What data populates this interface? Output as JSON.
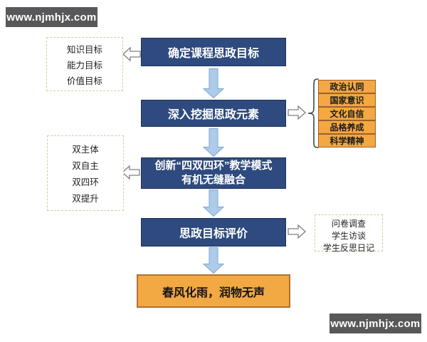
{
  "watermarks": {
    "top_left": "www.njmhjx.com",
    "bottom_right": "www.njmhjx.com"
  },
  "flow": {
    "step1": "确定课程思政目标",
    "step2": "深入挖掘思政元素",
    "step3_line1": "创新“四双四环”教学模式",
    "step3_line2": "有机无缝融合",
    "step4": "思政目标评价",
    "result": "春风化雨，润物无声"
  },
  "side_panels": {
    "course_goals": [
      "知识目标",
      "能力目标",
      "价值目标"
    ],
    "ideological_elements": [
      "政治认同",
      "国家意识",
      "文化自信",
      "品格养成",
      "科学精神"
    ],
    "teaching_model": [
      "双主体",
      "双自主",
      "双四环",
      "双提升"
    ],
    "evaluation_methods": [
      "问卷调查",
      "学生访谈",
      "学生反思日记"
    ]
  },
  "colors": {
    "step_box_fill": "#2e4a7e",
    "step_box_border": "#1e3156",
    "result_box_fill": "#f2a843",
    "result_box_border": "#b07232",
    "element_box_fill": "#f3a841",
    "element_box_border": "#9c622b",
    "down_arrow_fill": "#aecbea",
    "down_arrow_border": "#7ba6d4",
    "outline_arrow_border": "#7f7f7f",
    "watermark_bg": "#58585a"
  }
}
